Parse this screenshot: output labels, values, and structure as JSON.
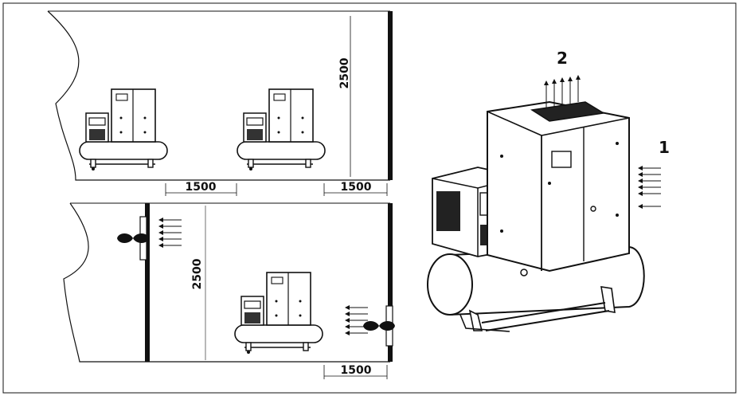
{
  "labels": {
    "top_height": "2500",
    "top_spacing_between": "1500",
    "top_spacing_wall": "1500",
    "bottom_height": "2500",
    "bottom_spacing_wall": "1500",
    "label_outlet": "2",
    "label_inlet": "1"
  }
}
